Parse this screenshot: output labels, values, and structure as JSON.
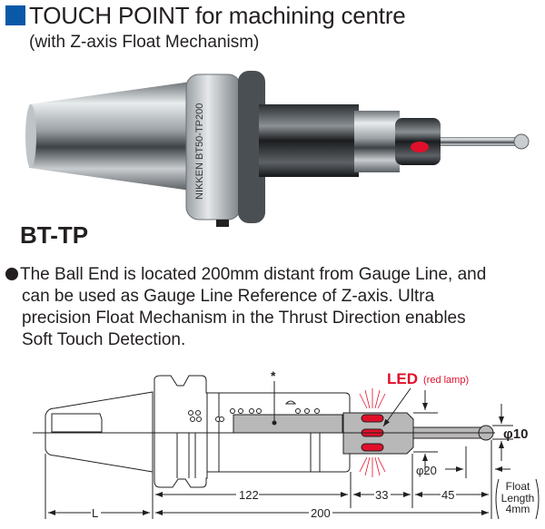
{
  "header": {
    "title": "TOUCH POINT for machining centre",
    "subtitle": "(with Z-axis Float Mechanism)"
  },
  "product": {
    "model": "BT-TP",
    "photo_engraving": "NIKKEN  BT50-TP200"
  },
  "description": {
    "lines": [
      "The Ball End is located 200mm distant from Gauge Line, and",
      "can be used as Gauge Line Reference of Z-axis. Ultra",
      "precision Float Mechanism in the Thrust Direction enables",
      "Soft Touch Detection."
    ]
  },
  "drawing": {
    "asterisk": "*",
    "led_label": "LED",
    "led_note": "(red lamp)",
    "dim_ball": "φ10",
    "dim_body": "φ20",
    "dim_122": "122",
    "dim_33": "33",
    "dim_45": "45",
    "dim_200": "200",
    "dim_L": "L",
    "float_label": [
      "Float",
      "Length",
      "4mm"
    ]
  },
  "colors": {
    "accent_blue": "#0a58a8",
    "led_red": "#e0102a",
    "part_gray": "#c8c8c8"
  }
}
